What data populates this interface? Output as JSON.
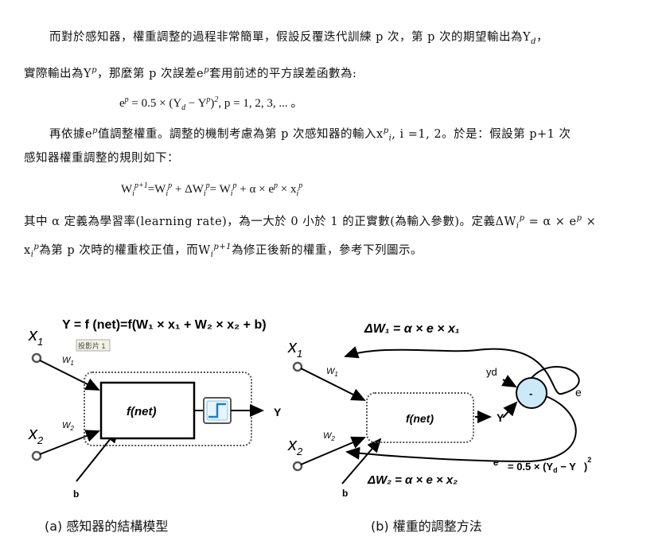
{
  "text": {
    "p1_line1": "而對於感知器，權重調整的過程非常簡單，假設反覆迭代訓練 p 次，第 p 次的期望輸出為Y",
    "p1_line1_sub": "d",
    "p1_line1_end": "，",
    "p1_line2_a": "實際輸出為Y",
    "p1_line2_b": "，那麼第 p 次誤差e",
    "p1_line2_c": "套用前述的平方誤差函數為:",
    "sup_p": "p",
    "eq1": "e",
    "eq1_rest": " = 0.5 × (Y",
    "eq1_d": "d",
    "eq1_rest2": " − Y",
    "eq1_rest3": ")",
    "eq1_sq": "2",
    "eq1_tail": ", p = 1, 2, 3, ... 。",
    "p2_line1_a": "再依據e",
    "p2_line1_b": "值調整權重。調整的機制考慮為第 p 次感知器的輸入x",
    "p2_line1_c": ", i =1, 2。於是：假設第 p+1 次",
    "sub_i": "i",
    "p2_line2": "感知器權重調整的規則如下：",
    "eq2_a": "W",
    "eq2_sup1": "p+1",
    "eq2_b": "=W",
    "eq2_c": " + ΔW",
    "eq2_d": "=  W",
    "eq2_e": " + α × e",
    "eq2_f": " × x",
    "p3_line1_a": "其中 α 定義為學習率(learning rate)，為一大於 0 小於 1 的正實數(為輸入參數)。定義ΔW",
    "p3_line1_b": " = α × e",
    "p3_line1_c": " ×",
    "p3_line2_a": "x",
    "p3_line2_b": "為第 p 次時的權重校正值，而W",
    "p3_line2_c": "為修正後新的權重，參考下列圖示。"
  },
  "diagram_a": {
    "formula": "Y = f (net)=f(W₁ × x₁ + W₂ × x₂ + b)",
    "x1": "x",
    "x1_sub": "1",
    "x2": "x",
    "x2_sub": "2",
    "w1": "W",
    "w1_sub": "1",
    "w2": "W",
    "w2_sub": "2",
    "box_label": "f(net)",
    "output": "Y",
    "bias": "b",
    "tooltip": "投影片 1",
    "caption": "(a)  感知器的結構模型"
  },
  "diagram_b": {
    "dw1": "ΔW₁ = α × e   × x₁",
    "dw2": "ΔW₂ = α × e   × x₂",
    "x1": "x",
    "x1_sub": "1",
    "x2": "x",
    "x2_sub": "2",
    "w1": "W",
    "w1_sub": "1",
    "w2": "W",
    "w2_sub": "2",
    "box_label": "f(net)",
    "output": "Y",
    "yd": "yd",
    "minus": "-",
    "e": "e",
    "bias": "b",
    "err_e": "e",
    "err_formula": "= 0.5 × (Y",
    "err_d": "d",
    "err_mid": " − Y",
    "err_end": ")",
    "err_sq": "2",
    "caption": "(b)  權重的調整方法"
  }
}
